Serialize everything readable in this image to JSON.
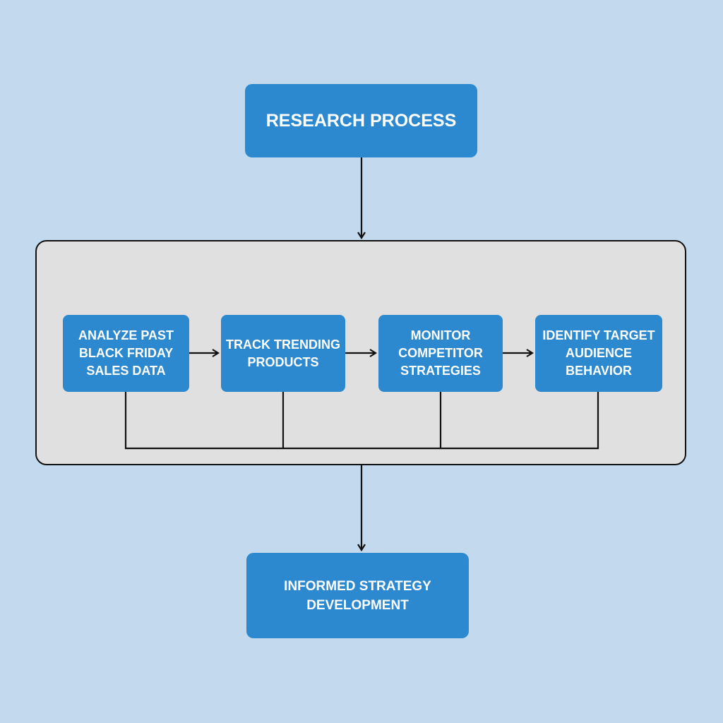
{
  "diagram": {
    "top": {
      "label": "RESEARCH PROCESS"
    },
    "steps": [
      {
        "label": "ANALYZE PAST BLACK FRIDAY SALES DATA"
      },
      {
        "label": "TRACK TRENDING PRODUCTS"
      },
      {
        "label": "MONITOR COMPETITOR STRATEGIES"
      },
      {
        "label": "IDENTIFY TARGET AUDIENCE BEHAVIOR"
      }
    ],
    "bottom": {
      "label": "INFORMED STRATEGY DEVELOPMENT"
    },
    "colors": {
      "box": "#2d89cf",
      "background": "#c2d9ee",
      "container": "#e0e0e0",
      "line": "#111111"
    }
  }
}
